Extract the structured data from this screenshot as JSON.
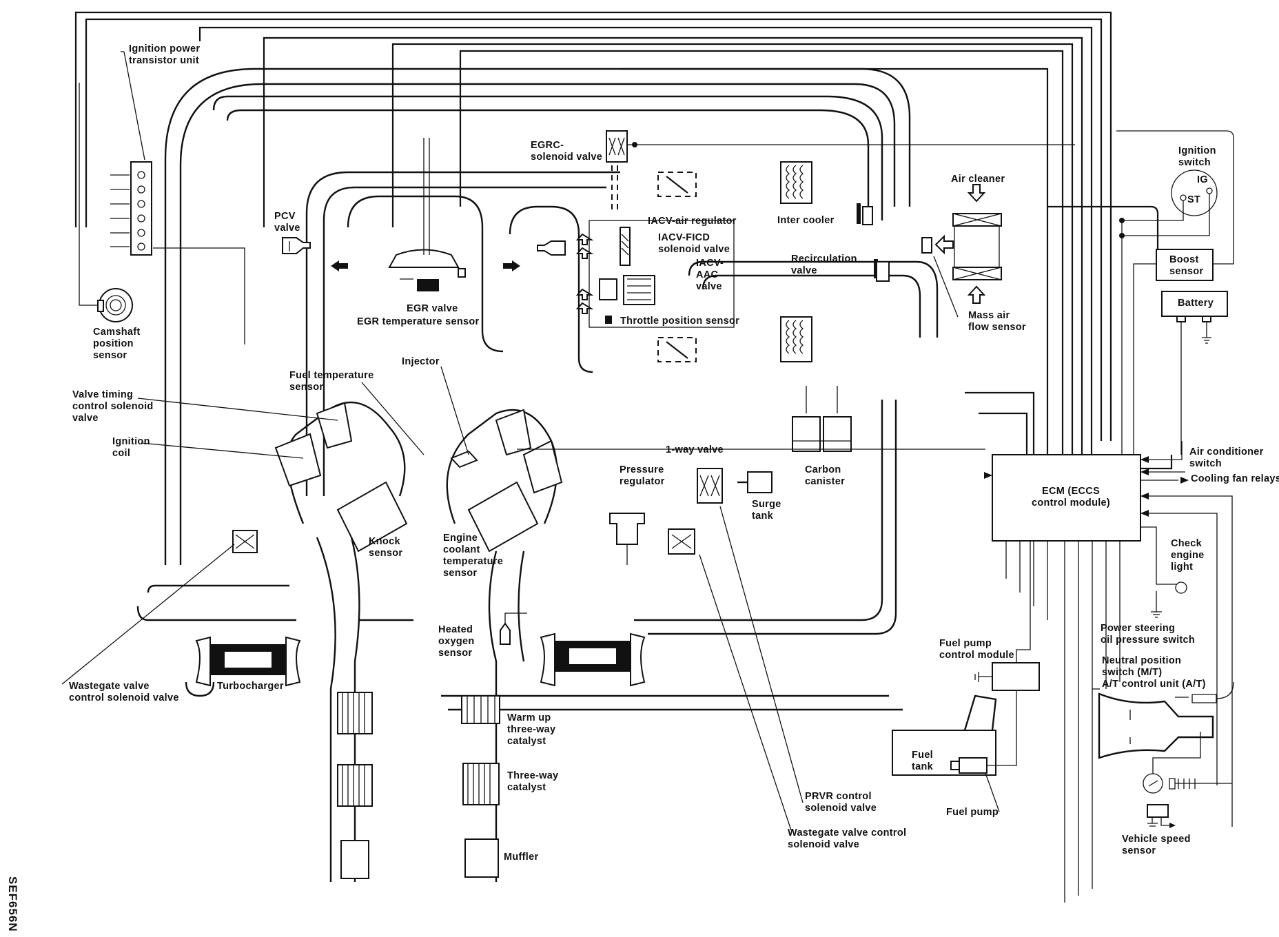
{
  "diagram": {
    "title": "ECCS system diagram",
    "figure_code": "SEF656N",
    "components": {
      "ignition_power_transistor": "Ignition power\ntransistor unit",
      "camshaft_position_sensor": "Camshaft\nposition\nsensor",
      "valve_timing_control_solenoid": "Valve timing\ncontrol solenoid\nvalve",
      "ignition_coil": "Ignition\ncoil",
      "pcv_valve": "PCV\nvalve",
      "egr_valve": "EGR valve",
      "egr_temperature_sensor": "EGR temperature sensor",
      "egrc_solenoid_valve": "EGRC-\nsolenoid valve",
      "iacv_air_regulator": "IACV-air regulator",
      "iacv_ficd_solenoid_valve": "IACV-FICD\nsolenoid valve",
      "iacv_aac_valve": "IACV-\nAAC\nvalve",
      "throttle_position_sensor": "Throttle position sensor",
      "inter_cooler": "Inter cooler",
      "recirculation_valve": "Recirculation\nvalve",
      "air_cleaner": "Air cleaner",
      "mass_air_flow_sensor": "Mass air\nflow sensor",
      "ignition_switch": "Ignition\nswitch",
      "ignition_switch_ig": "IG",
      "ignition_switch_st": "ST",
      "boost_sensor": "Boost\nsensor",
      "battery": "Battery",
      "fuel_temperature_sensor": "Fuel temperature\nsensor",
      "injector": "Injector",
      "knock_sensor": "Knock\nsensor",
      "engine_coolant_temperature_sensor": "Engine\ncoolant\ntemperature\nsensor",
      "one_way_valve": "1-way valve",
      "pressure_regulator": "Pressure\nregulator",
      "surge_tank": "Surge\ntank",
      "carbon_canister": "Carbon\ncanister",
      "ecm": "ECM (ECCS\ncontrol module)",
      "air_conditioner_switch": "Air conditioner\nswitch",
      "cooling_fan_relays": "Cooling fan relays",
      "check_engine_light": "Check\nengine\nlight",
      "power_steering_switch": "Power steering\noil pressure switch",
      "neutral_position_switch": "Neutral position\nswitch (M/T)\nA/T control unit (A/T)",
      "vehicle_speed_sensor": "Vehicle speed\nsensor",
      "wastegate_valve_left": "Wastegate valve\ncontrol solenoid valve",
      "turbocharger": "Turbocharger",
      "heated_oxygen_sensor": "Heated\noxygen\nsensor",
      "warm_up_catalyst": "Warm up\nthree-way\ncatalyst",
      "three_way_catalyst": "Three-way\ncatalyst",
      "muffler": "Muffler",
      "fuel_pump_control_module": "Fuel pump\ncontrol module",
      "fuel_tank": "Fuel\ntank",
      "fuel_pump": "Fuel pump",
      "prvr_control_solenoid": "PRVR control\nsolenoid valve",
      "wastegate_valve_right": "Wastegate valve control\nsolenoid valve"
    }
  }
}
